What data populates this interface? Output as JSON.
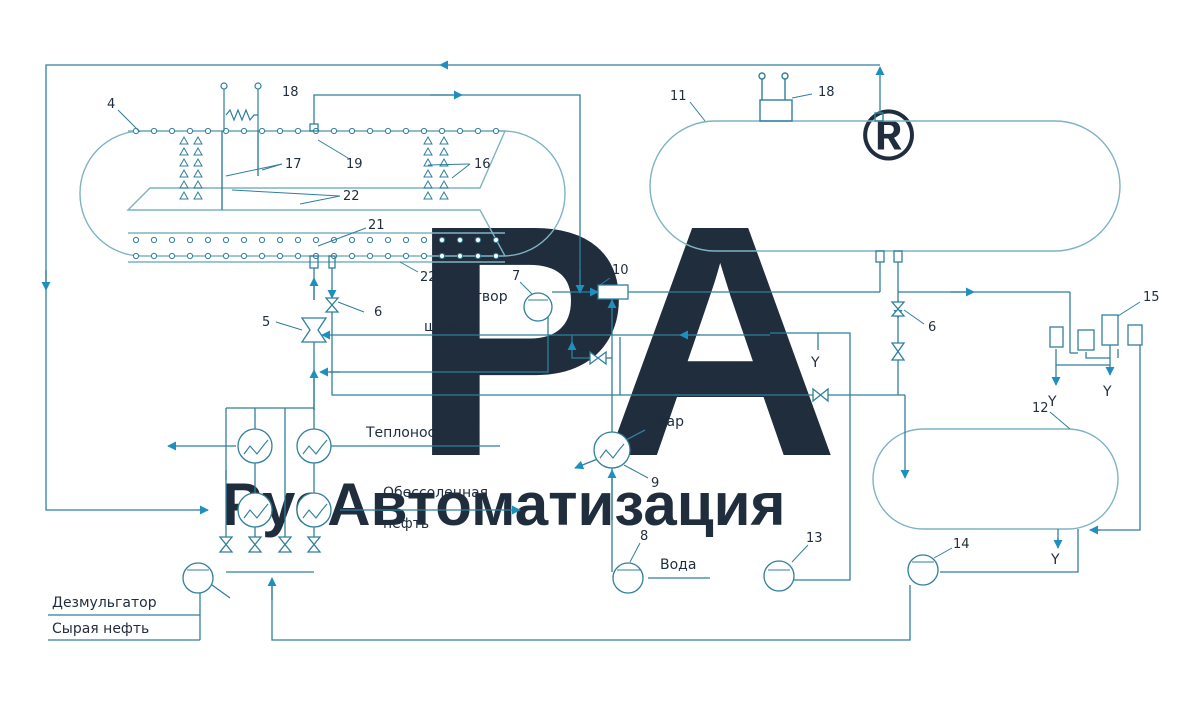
{
  "colors": {
    "line": "#2f7f9c",
    "vessel": "#7fb3c4",
    "arrow": "#1f8fc0",
    "text": "#1f2d3d",
    "watermark": "#e9eef1"
  },
  "watermark": {
    "logo_letters": "РА",
    "registered_mark": "®",
    "brand_text": "РусАвтоматизация"
  },
  "labels": {
    "rastvor": "Раствор",
    "shchelochi": "щелочи",
    "teplonositel": "Теплоноситель",
    "obessolennaya": "Обессоленная",
    "neft": "нефть",
    "par": "Пар",
    "voda": "Вода",
    "dezmulgator": "Дезмульгатор",
    "syraya_neft": "Сырая нефть"
  },
  "drain_symbol": "Y",
  "numbers": {
    "n4": "4",
    "n18a": "18",
    "n17": "17",
    "n19": "19",
    "n16": "16",
    "n22a": "22",
    "n21": "21",
    "n22b": "22",
    "n5": "5",
    "n6a": "6",
    "n7": "7",
    "n10": "10",
    "n11": "11",
    "n18b": "18",
    "n6b": "6",
    "n15": "15",
    "n12": "12",
    "n9": "9",
    "n8": "8",
    "n13": "13",
    "n14": "14"
  }
}
